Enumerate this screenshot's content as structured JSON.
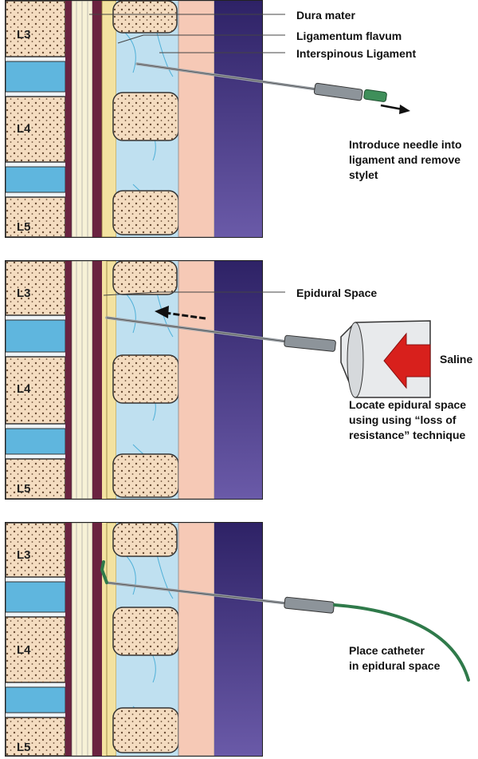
{
  "panels": [
    {
      "vertebrae": [
        "L3",
        "L4",
        "L5"
      ],
      "labels": [
        "Dura mater",
        "Ligamentum flavum",
        "Interspinous Ligament"
      ],
      "caption": "Introduce needle into\nligament and remove\nstylet"
    },
    {
      "vertebrae": [
        "L3",
        "L4",
        "L5"
      ],
      "labels": [
        "Epidural Space",
        "Saline"
      ],
      "caption": "Locate epidural space\nusing using “loss of\nresistance” technique"
    },
    {
      "vertebrae": [
        "L3",
        "L4",
        "L5"
      ],
      "labels": [],
      "caption": "Place catheter\nin epidural space"
    }
  ],
  "colors": {
    "bone": "#f4dcc0",
    "disc": "#5fb6de",
    "yellow_ligament": "#f3e2a0",
    "dura": "#6a2340",
    "ligament_blue": "#bfe0f0",
    "skin": "#f6c9b6",
    "dark_tissue": "#3a2a7a",
    "needle": "#9aa0a6",
    "catheter": "#2f7a4a",
    "arrow_red": "#d8201c"
  }
}
